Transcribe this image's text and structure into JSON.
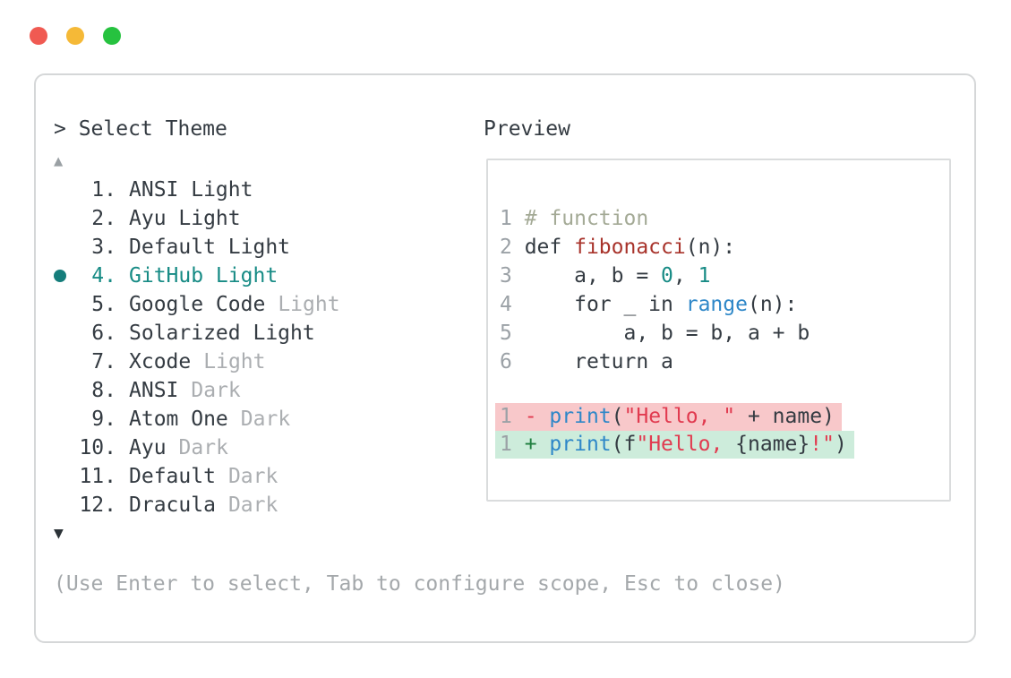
{
  "window": {
    "traffic_lights": [
      {
        "name": "close",
        "color": "#f05a52"
      },
      {
        "name": "minimize",
        "color": "#f5b937"
      },
      {
        "name": "zoom",
        "color": "#26c23f"
      }
    ],
    "prompt": "> Select Theme",
    "scroll_up_glyph": "▲",
    "scroll_down_glyph": "▼",
    "footer_hint": "(Use Enter to select, Tab to configure scope, Esc to close)"
  },
  "theme_list": {
    "selected_number": "4.",
    "selected_color": "#178b85",
    "items": [
      {
        "number": "1.",
        "name": "ANSI Light",
        "suffix": "",
        "selected": false
      },
      {
        "number": "2.",
        "name": "Ayu Light",
        "suffix": "",
        "selected": false
      },
      {
        "number": "3.",
        "name": "Default Light",
        "suffix": "",
        "selected": false
      },
      {
        "number": "4.",
        "name": "GitHub Light",
        "suffix": "",
        "selected": true
      },
      {
        "number": "5.",
        "name": "Google Code",
        "suffix": "Light",
        "selected": false
      },
      {
        "number": "6.",
        "name": "Solarized Light",
        "suffix": "",
        "selected": false
      },
      {
        "number": "7.",
        "name": "Xcode",
        "suffix": "Light",
        "selected": false
      },
      {
        "number": "8.",
        "name": "ANSI",
        "suffix": "Dark",
        "selected": false
      },
      {
        "number": "9.",
        "name": "Atom One",
        "suffix": "Dark",
        "selected": false
      },
      {
        "number": "10.",
        "name": "Ayu",
        "suffix": "Dark",
        "selected": false
      },
      {
        "number": "11.",
        "name": "Default",
        "suffix": "Dark",
        "selected": false
      },
      {
        "number": "12.",
        "name": "Dracula",
        "suffix": "Dark",
        "selected": false
      }
    ]
  },
  "preview": {
    "label": "Preview",
    "syntax_colors": {
      "line_number": "#9ba1a6",
      "comment": "#a4aa96",
      "plain": "#343b42",
      "function_name": "#a8332b",
      "number_literal": "#178b85",
      "call": "#2e87c8",
      "string": "#e13a4f",
      "diff_minus": "#e13a4f",
      "diff_plus": "#1e7e3e",
      "diff_removed_bg": "#f8c8ca",
      "diff_added_bg": "#cdecdb"
    },
    "code_lines": [
      [
        {
          "t": "1 ",
          "c": "ln"
        },
        {
          "t": "# function",
          "c": "comment"
        }
      ],
      [
        {
          "t": "2 ",
          "c": "ln"
        },
        {
          "t": "def ",
          "c": "plain"
        },
        {
          "t": "fibonacci",
          "c": "func"
        },
        {
          "t": "(n):",
          "c": "plain"
        }
      ],
      [
        {
          "t": "3 ",
          "c": "ln"
        },
        {
          "t": "    a, b = ",
          "c": "plain"
        },
        {
          "t": "0",
          "c": "num"
        },
        {
          "t": ", ",
          "c": "plain"
        },
        {
          "t": "1",
          "c": "num"
        }
      ],
      [
        {
          "t": "4 ",
          "c": "ln"
        },
        {
          "t": "    for _ in ",
          "c": "plain"
        },
        {
          "t": "range",
          "c": "call"
        },
        {
          "t": "(n):",
          "c": "plain"
        }
      ],
      [
        {
          "t": "5 ",
          "c": "ln"
        },
        {
          "t": "        a, b = b, a + b",
          "c": "plain"
        }
      ],
      [
        {
          "t": "6 ",
          "c": "ln"
        },
        {
          "t": "    return a",
          "c": "plain"
        }
      ]
    ],
    "diff_lines": [
      {
        "kind": "removed",
        "tokens": [
          {
            "t": "1 ",
            "c": "ln"
          },
          {
            "t": "- ",
            "c": "minus"
          },
          {
            "t": "print",
            "c": "call"
          },
          {
            "t": "(",
            "c": "plain"
          },
          {
            "t": "\"Hello, \"",
            "c": "str"
          },
          {
            "t": " + name)",
            "c": "plain"
          }
        ]
      },
      {
        "kind": "added",
        "tokens": [
          {
            "t": "1 ",
            "c": "ln"
          },
          {
            "t": "+ ",
            "c": "plus"
          },
          {
            "t": "print",
            "c": "call"
          },
          {
            "t": "(f",
            "c": "plain"
          },
          {
            "t": "\"Hello, ",
            "c": "str"
          },
          {
            "t": "{name}",
            "c": "plain"
          },
          {
            "t": "!\"",
            "c": "str"
          },
          {
            "t": ")",
            "c": "plain"
          }
        ]
      }
    ]
  }
}
